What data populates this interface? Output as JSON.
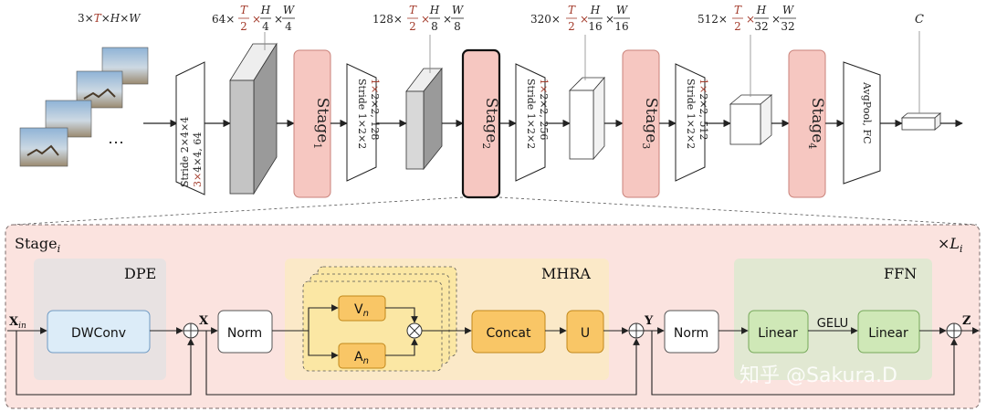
{
  "colors": {
    "stage_fill": "#f6c7c1",
    "stage_stroke": "#c9827a",
    "panel_fill": "#fbe3df",
    "panel_stroke": "#7a6a68",
    "grey_panel": "#e8e2e2",
    "yellow_panel": "#fbe9c8",
    "dwconv_fill": "#dcecf8",
    "dwconv_stroke": "#6f9bc4",
    "mhra_inner_fill": "#fbe7a4",
    "mhra_inner_stroke": "#caa33a",
    "orange_fill": "#f9c666",
    "orange_stroke": "#c1881b",
    "linear_fill": "#cfe8b7",
    "linear_stroke": "#76a95a",
    "red_text": "#a33a2a"
  },
  "top": {
    "input_label": {
      "pre": "3×",
      "red": "T",
      "post": "×H×W"
    },
    "dims": [
      {
        "c": "64×",
        "h": "4",
        "w": "4"
      },
      {
        "c": "128×",
        "h": "8",
        "w": "8"
      },
      {
        "c": "320×",
        "h": "16",
        "w": "16"
      },
      {
        "c": "512×",
        "h": "32",
        "w": "32"
      }
    ],
    "time_frac": {
      "num": "T",
      "den": "2"
    },
    "output_label": "C",
    "stem": {
      "line1_red": "3×",
      "line1": "4×4, 64",
      "line2": "Stride 2×4×4"
    },
    "downsamples": [
      {
        "line1_red": "1×",
        "line1": "2×2, 128",
        "line2": "Stride 1×2×2"
      },
      {
        "line1_red": "1×",
        "line1": "2×2, 256",
        "line2": "Stride 1×2×2"
      },
      {
        "line1_red": "1×",
        "line1": "2×2, 512",
        "line2": "Stride 1×2×2"
      }
    ],
    "stages": [
      "Stage",
      "Stage",
      "Stage",
      "Stage"
    ],
    "stage_subs": [
      "1",
      "2",
      "3",
      "4"
    ],
    "head": "AvgPool, FC",
    "ellipsis": "⋯"
  },
  "detail": {
    "title": "Stage",
    "title_sub": "i",
    "repeat": "×L",
    "repeat_sub": "i",
    "dpe": {
      "title": "DPE",
      "block": "DWConv"
    },
    "mhra": {
      "title": "MHRA",
      "v": "V",
      "a": "A",
      "n": "n",
      "concat": "Concat",
      "u": "U"
    },
    "ffn": {
      "title": "FFN",
      "linear1": "Linear",
      "gelu": "GELU",
      "linear2": "Linear"
    },
    "norm1": "Norm",
    "norm2": "Norm",
    "x_in": "X",
    "x_in_sub": "in",
    "x": "X",
    "y": "Y",
    "z": "Z"
  },
  "watermark": "知乎 @Sakura.D"
}
